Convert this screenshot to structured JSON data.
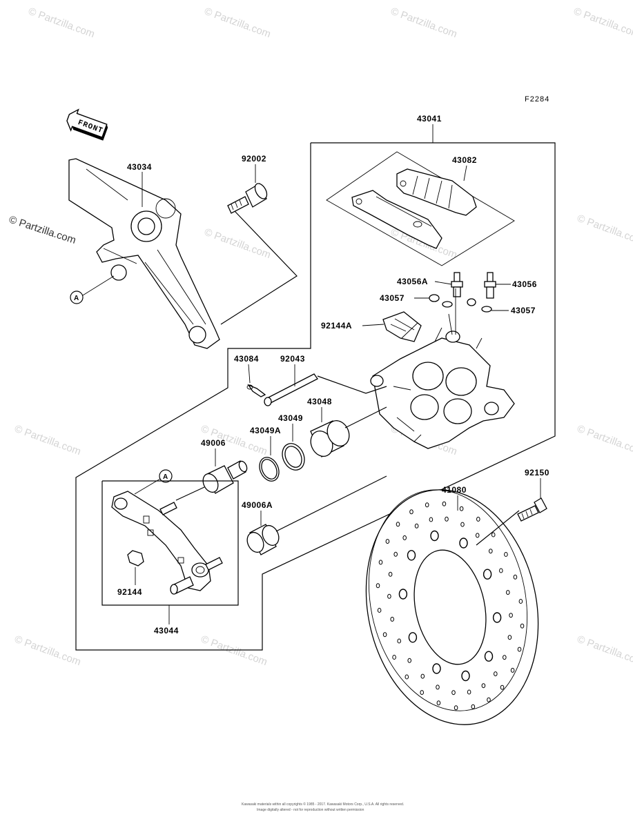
{
  "figure_code": "F2284",
  "front_arrow_text": "FRONT",
  "reference_marker": "A",
  "watermark": "© Partzilla.com",
  "parts": {
    "p43034": "43034",
    "p92002": "92002",
    "p43041": "43041",
    "p43082": "43082",
    "p43056A": "43056A",
    "p43056": "43056",
    "p43057a": "43057",
    "p43057b": "43057",
    "p92144A": "92144A",
    "p43084": "43084",
    "p92043": "92043",
    "p43048": "43048",
    "p43049": "43049",
    "p43049A": "43049A",
    "p49006": "49006",
    "p49006A": "49006A",
    "p92150": "92150",
    "p41080": "41080",
    "p92144": "92144",
    "p43044": "43044"
  },
  "footer": {
    "line1": "Kawasaki materials within all copyrights © 1985 - 2017. Kawasaki Motors Corp., U.S.A. All rights reserved.",
    "line2": "Image digitally altered - not for reproduction without written permission"
  }
}
